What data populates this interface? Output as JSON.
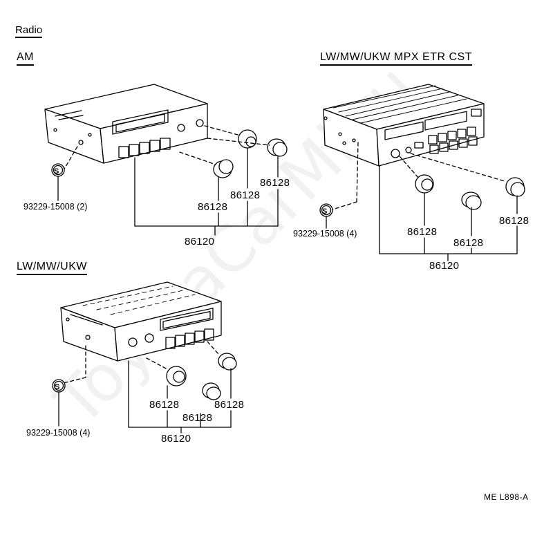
{
  "page_title": "Radio",
  "watermark": "ToyotaCarMi.ru",
  "groups": {
    "am": {
      "header": "AM",
      "bolt_part": "93229-15008 (2)",
      "knob_labels": [
        "86128",
        "86128",
        "86128"
      ],
      "assembly_part": "86120"
    },
    "lw_mw_ukw_mpx": {
      "header": "LW/MW/UKW  MPX  ETR  CST",
      "bolt_part": "93229-15008  (4)",
      "knob_labels": [
        "86128",
        "86128",
        "86128"
      ],
      "assembly_part": "86120"
    },
    "lw_mw_ukw": {
      "header": "LW/MW/UKW",
      "bolt_part": "93229-15008 (4)",
      "knob_labels": [
        "86128",
        "86128",
        "86128"
      ],
      "assembly_part": "86120"
    }
  },
  "screw_symbol": "S",
  "figure_code": "ME  L898-A"
}
